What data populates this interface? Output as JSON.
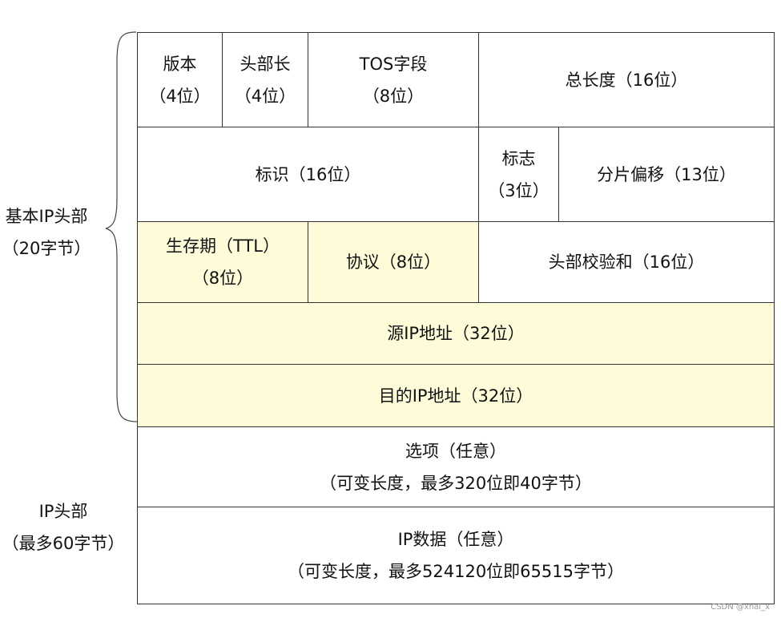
{
  "rows": {
    "row1": {
      "version": [
        "版本",
        "（4位）"
      ],
      "header_len": [
        "头部长",
        "（4位）"
      ],
      "tos": [
        "TOS字段",
        "（8位）"
      ],
      "total_len": "总长度（16位）"
    },
    "row2": {
      "ident": "标识（16位）",
      "flags": [
        "标志",
        "（3位）"
      ],
      "frag": "分片偏移（13位）"
    },
    "row3": {
      "ttl": [
        "生存期（TTL）",
        "（8位）"
      ],
      "proto": "协议（8位）",
      "checksum": "头部校验和（16位）"
    },
    "row4": {
      "src": "源IP地址（32位）"
    },
    "row5": {
      "dst": "目的IP地址（32位）"
    },
    "row6": {
      "options": [
        "选项（任意）",
        "（可变长度，最多320位即40字节）"
      ]
    },
    "row7": {
      "data": [
        "IP数据（任意）",
        "（可变长度，最多524120位即65515字节）"
      ]
    }
  },
  "labels": {
    "basic": [
      "基本IP头部",
      "（20字节）"
    ],
    "header": [
      "IP头部",
      "（最多60字节）"
    ]
  },
  "colors": {
    "highlight": "#fdfbd8",
    "border": "#333333"
  },
  "watermark": "CSDN @xhal_x"
}
